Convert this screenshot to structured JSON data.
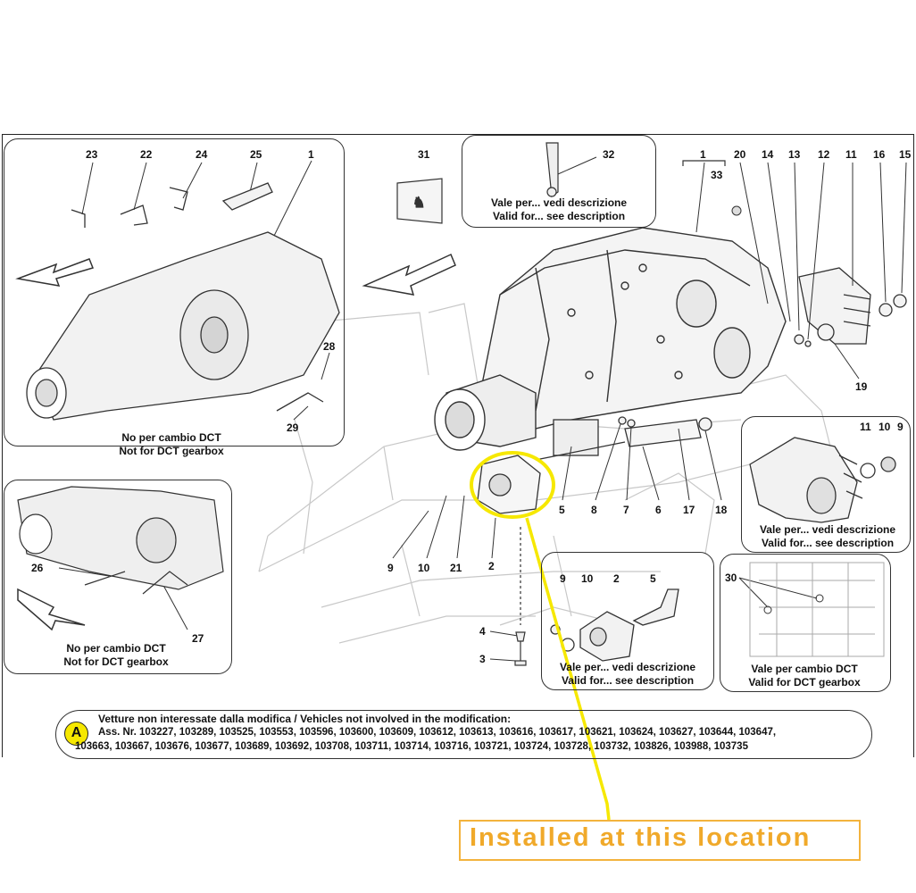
{
  "numbers": {
    "n23": "23",
    "n22": "22",
    "n24": "24",
    "n25": "25",
    "n1a": "1",
    "n28": "28",
    "n29": "29",
    "n31": "31",
    "n32": "32",
    "n1b": "1",
    "n33": "33",
    "n20": "20",
    "n14": "14",
    "n13": "13",
    "n12": "12",
    "n11a": "11",
    "n16": "16",
    "n15": "15",
    "n19": "19",
    "n11b": "11",
    "n10a": "10",
    "n9a": "9",
    "n5a": "5",
    "n8": "8",
    "n7": "7",
    "n6": "6",
    "n17": "17",
    "n18": "18",
    "n9b": "9",
    "n10b": "10",
    "n21": "21",
    "n2a": "2",
    "n26": "26",
    "n27": "27",
    "n4": "4",
    "n3": "3",
    "n9c": "9",
    "n10c": "10",
    "n2b": "2",
    "n5b": "5",
    "n30": "30"
  },
  "captions": {
    "top_left_1": "No per cambio DCT",
    "top_left_2": "Not for DCT gearbox",
    "mid_left_1": "No per cambio DCT",
    "mid_left_2": "Not for DCT gearbox",
    "top_center_1": "Vale per... vedi descrizione",
    "top_center_2": "Valid for... see description",
    "right_mid_1": "Vale per... vedi descrizione",
    "right_mid_2": "Valid for... see description",
    "bottom_center_1": "Vale per... vedi descrizione",
    "bottom_center_2": "Valid for... see description",
    "bottom_right_1": "Vale per cambio DCT",
    "bottom_right_2": "Valid for DCT gearbox"
  },
  "note": {
    "badge": "A",
    "line1": "Vetture non interessate dalla modifica / Vehicles not involved in the modification:",
    "line2": "Ass. Nr. 103227, 103289, 103525, 103553, 103596, 103600, 103609, 103612, 103613, 103616, 103617, 103621, 103624, 103627, 103644, 103647,",
    "line3": "103663, 103667, 103676, 103677, 103689, 103692, 103708, 103711, 103714, 103716, 103721, 103724, 103728, 103732, 103826, 103988, 103735"
  },
  "callout": {
    "text": "Installed at this location",
    "color": "#f0a92a",
    "highlight_color": "#f6e800"
  }
}
